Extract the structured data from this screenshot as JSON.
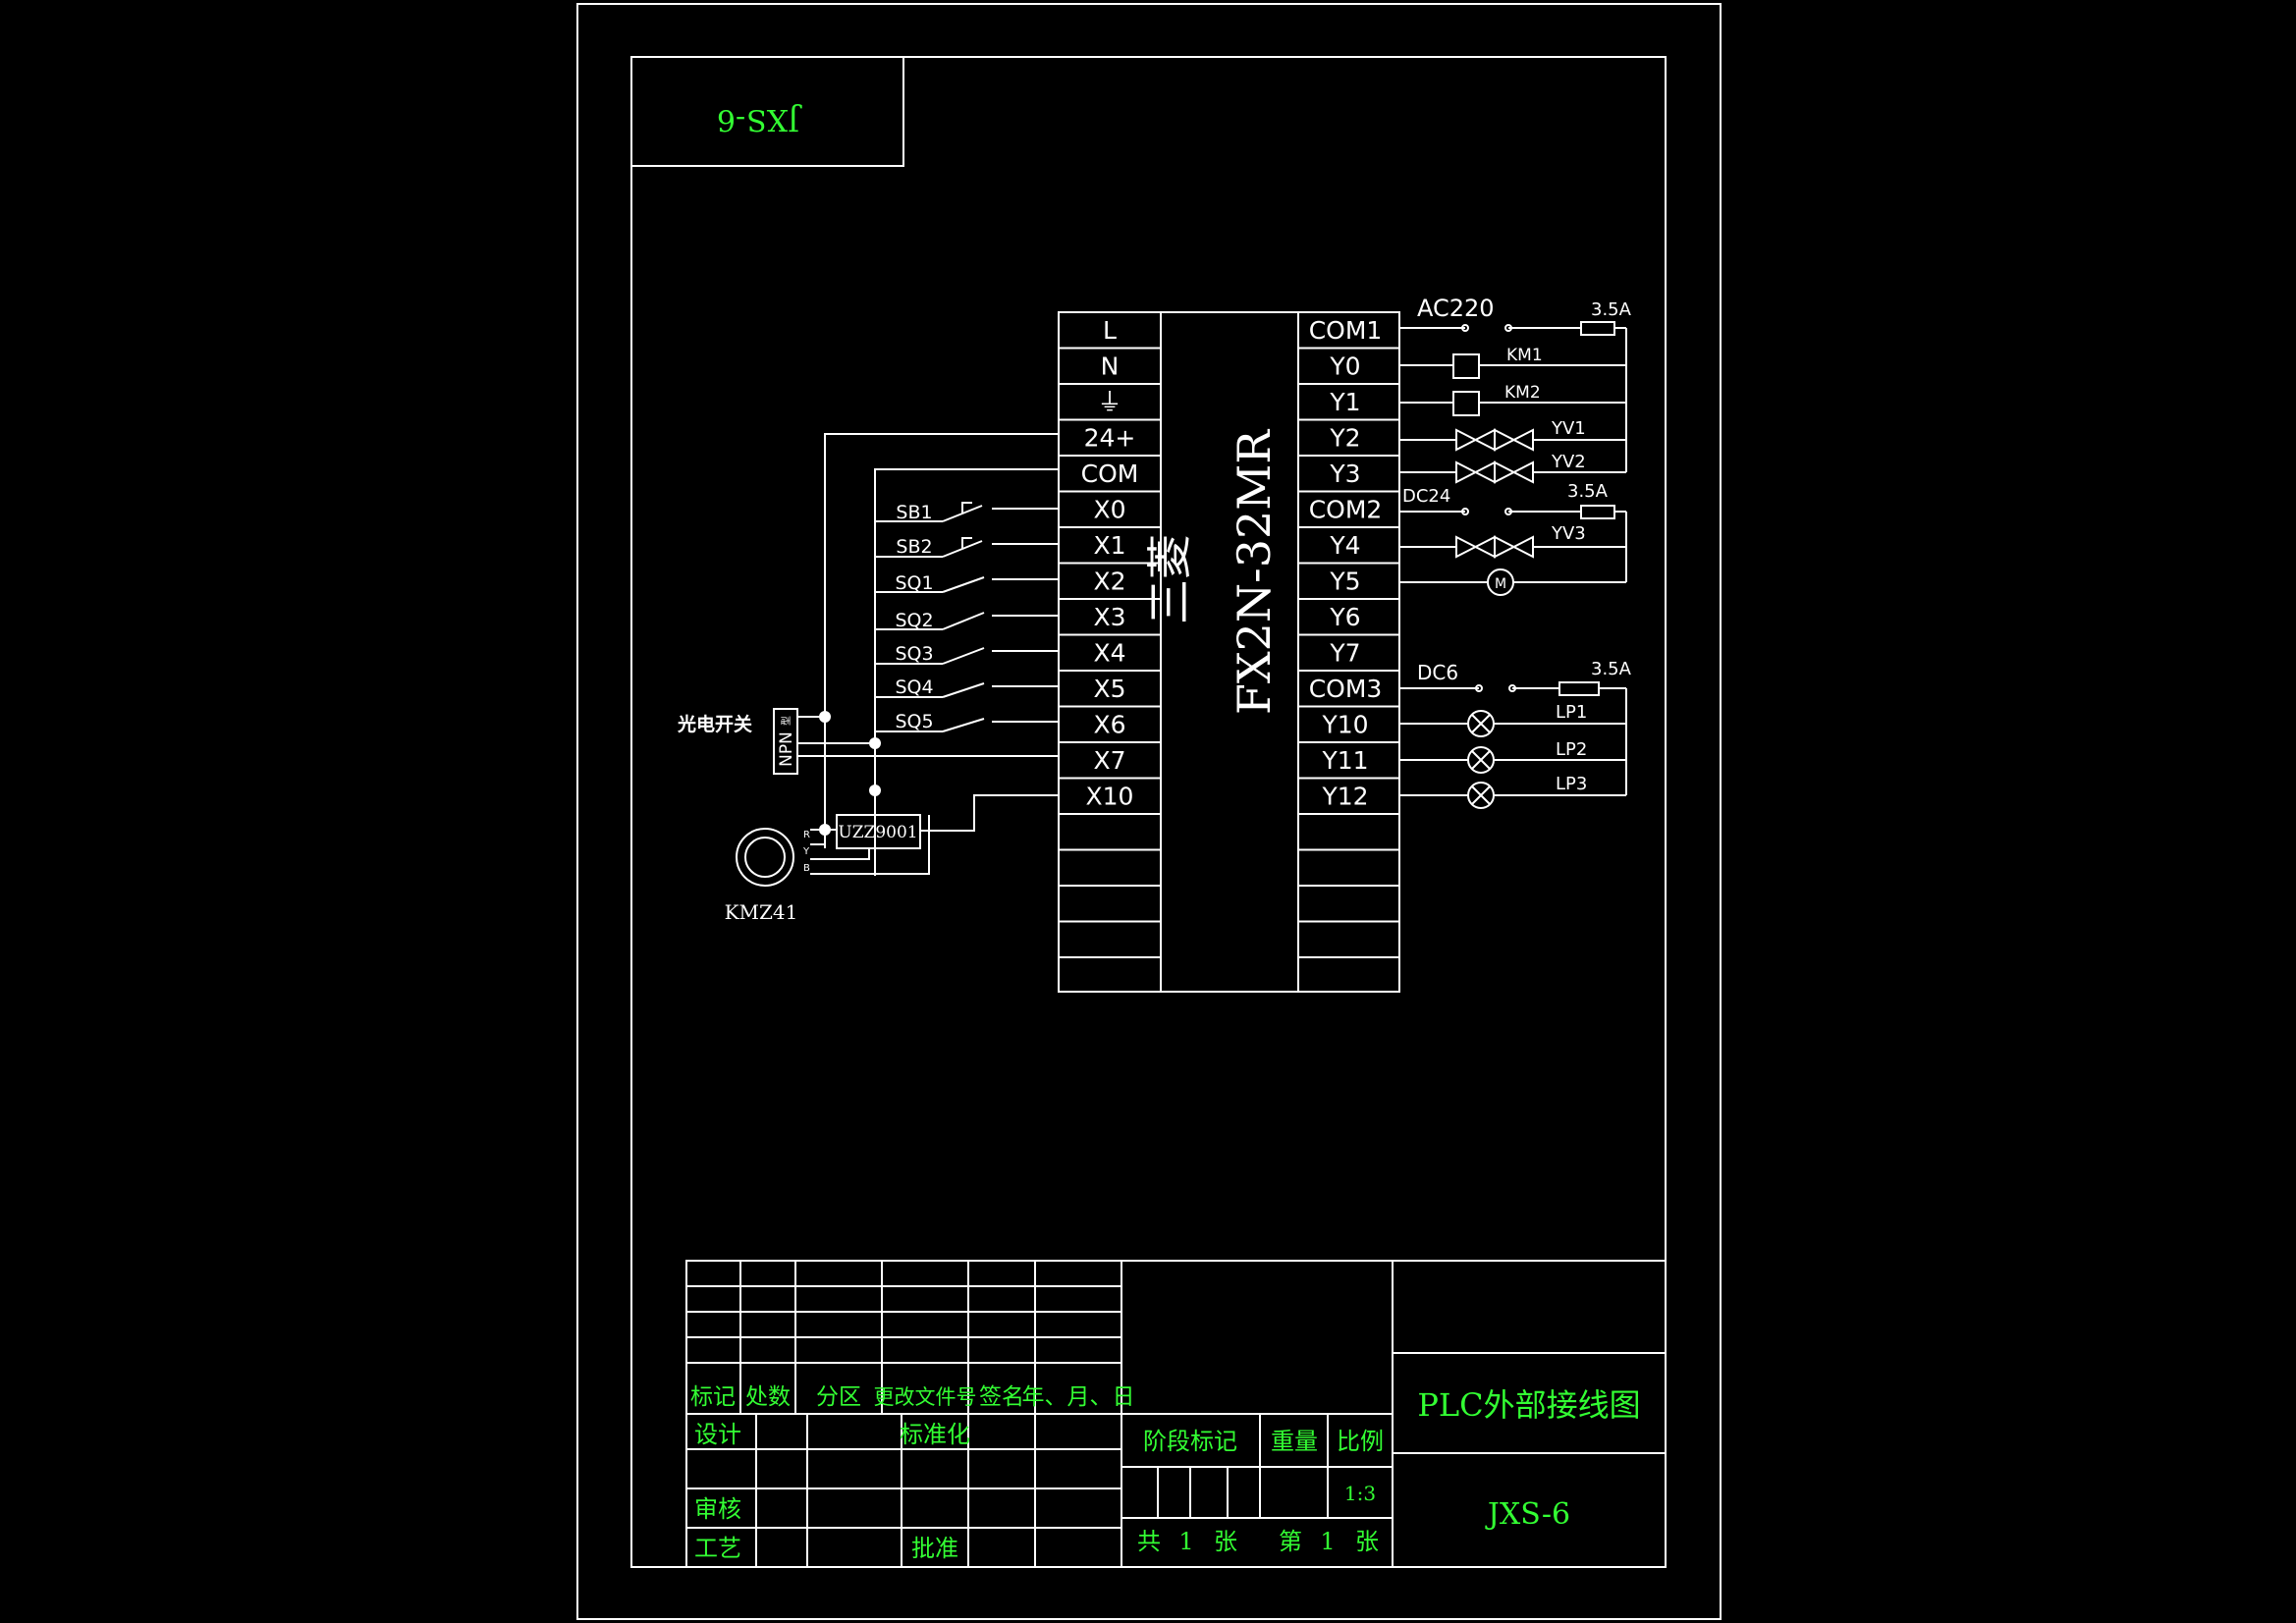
{
  "colors": {
    "background": "#000000",
    "line": "#ffffff",
    "label_green": "#33ff33"
  },
  "stamp": {
    "mirrored_code": "JXS-6"
  },
  "plc": {
    "brand": "三菱",
    "model": "FX2N-32MR",
    "left_terminals": [
      "L",
      "N",
      "⏚",
      "24+",
      "COM",
      "X0",
      "X1",
      "X2",
      "X3",
      "X4",
      "X5",
      "X6",
      "X7",
      "X10"
    ],
    "right_terminals": [
      "COM1",
      "Y0",
      "Y1",
      "Y2",
      "Y3",
      "COM2",
      "Y4",
      "Y5",
      "Y6",
      "Y7",
      "COM3",
      "Y10",
      "Y11",
      "Y12"
    ]
  },
  "inputs": {
    "switches": [
      "SB1",
      "SB2",
      "SQ1",
      "SQ2",
      "SQ3",
      "SQ4",
      "SQ5"
    ],
    "photo_switch": "光电开关",
    "npn": "NPN",
    "npn_small": "型",
    "encoder_module": "UZZ9001",
    "encoder_pins": [
      "R",
      "Y",
      "B"
    ],
    "encoder": "KMZ41"
  },
  "outputs": {
    "ac220": "AC220",
    "dc24": "DC24",
    "dc6": "DC6",
    "fuse": "3.5A",
    "km1": "KM1",
    "km2": "KM2",
    "yv1": "YV1",
    "yv2": "YV2",
    "yv3": "YV3",
    "motor": "M",
    "lp1": "LP1",
    "lp2": "LP2",
    "lp3": "LP3"
  },
  "title_block": {
    "rev_headers": [
      "标记",
      "处数",
      "分区",
      "更改文件号",
      "签名",
      "年、月、日"
    ],
    "design": "设计",
    "standardize": "标准化",
    "review": "审核",
    "process": "工艺",
    "approve": "批准",
    "stage_mark": "阶段标记",
    "weight": "重量",
    "scale_label": "比例",
    "scale_value": "1:3",
    "total": "共",
    "total_num": "1",
    "sheet_unit": "张",
    "sheet_no_label": "第",
    "sheet_no": "1",
    "sheet_unit2": "张",
    "drawing_title": "PLC外部接线图",
    "drawing_code": "JXS-6"
  }
}
